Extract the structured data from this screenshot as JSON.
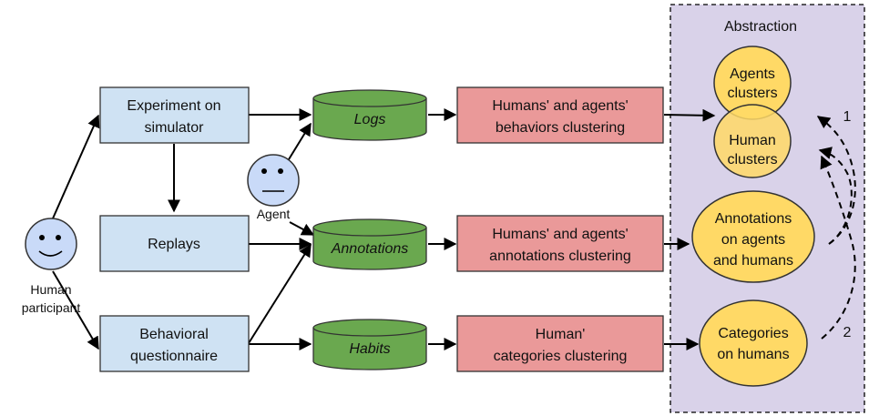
{
  "abstraction": {
    "title": "Abstraction"
  },
  "actors": {
    "human": {
      "line1": "Human",
      "line2": "participant"
    },
    "agent": {
      "label": "Agent"
    }
  },
  "sources": {
    "experiment": {
      "line1": "Experiment on",
      "line2": "simulator"
    },
    "replays": {
      "label": "Replays"
    },
    "questionnaire": {
      "line1": "Behavioral",
      "line2": "questionnaire"
    }
  },
  "datastores": {
    "logs": {
      "label": "Logs"
    },
    "annotations": {
      "label": "Annotations"
    },
    "habits": {
      "label": "Habits"
    }
  },
  "processes": {
    "behaviors": {
      "line1": "Humans' and agents'",
      "line2": "behaviors clustering"
    },
    "annotations": {
      "line1": "Humans' and agents'",
      "line2": "annotations clustering"
    },
    "categories": {
      "line1": "Human'",
      "line2": "categories clustering"
    }
  },
  "outputs": {
    "agents_clusters": {
      "line1": "Agents",
      "line2": "clusters"
    },
    "human_clusters": {
      "line1": "Human",
      "line2": "clusters"
    },
    "annotations_on": {
      "line1": "Annotations",
      "line2": "on agents",
      "line3": "and humans"
    },
    "categories_on": {
      "line1": "Categories",
      "line2": "on humans"
    }
  },
  "links": {
    "label1": "1",
    "label2": "2"
  },
  "colors": {
    "source_fill": "#cfe2f3",
    "datastore_fill": "#6aa84f",
    "process_fill": "#ea9999",
    "output_fill": "#ffd966",
    "abstraction_fill": "#d9d2e9",
    "face_fill": "#c9daf8"
  }
}
